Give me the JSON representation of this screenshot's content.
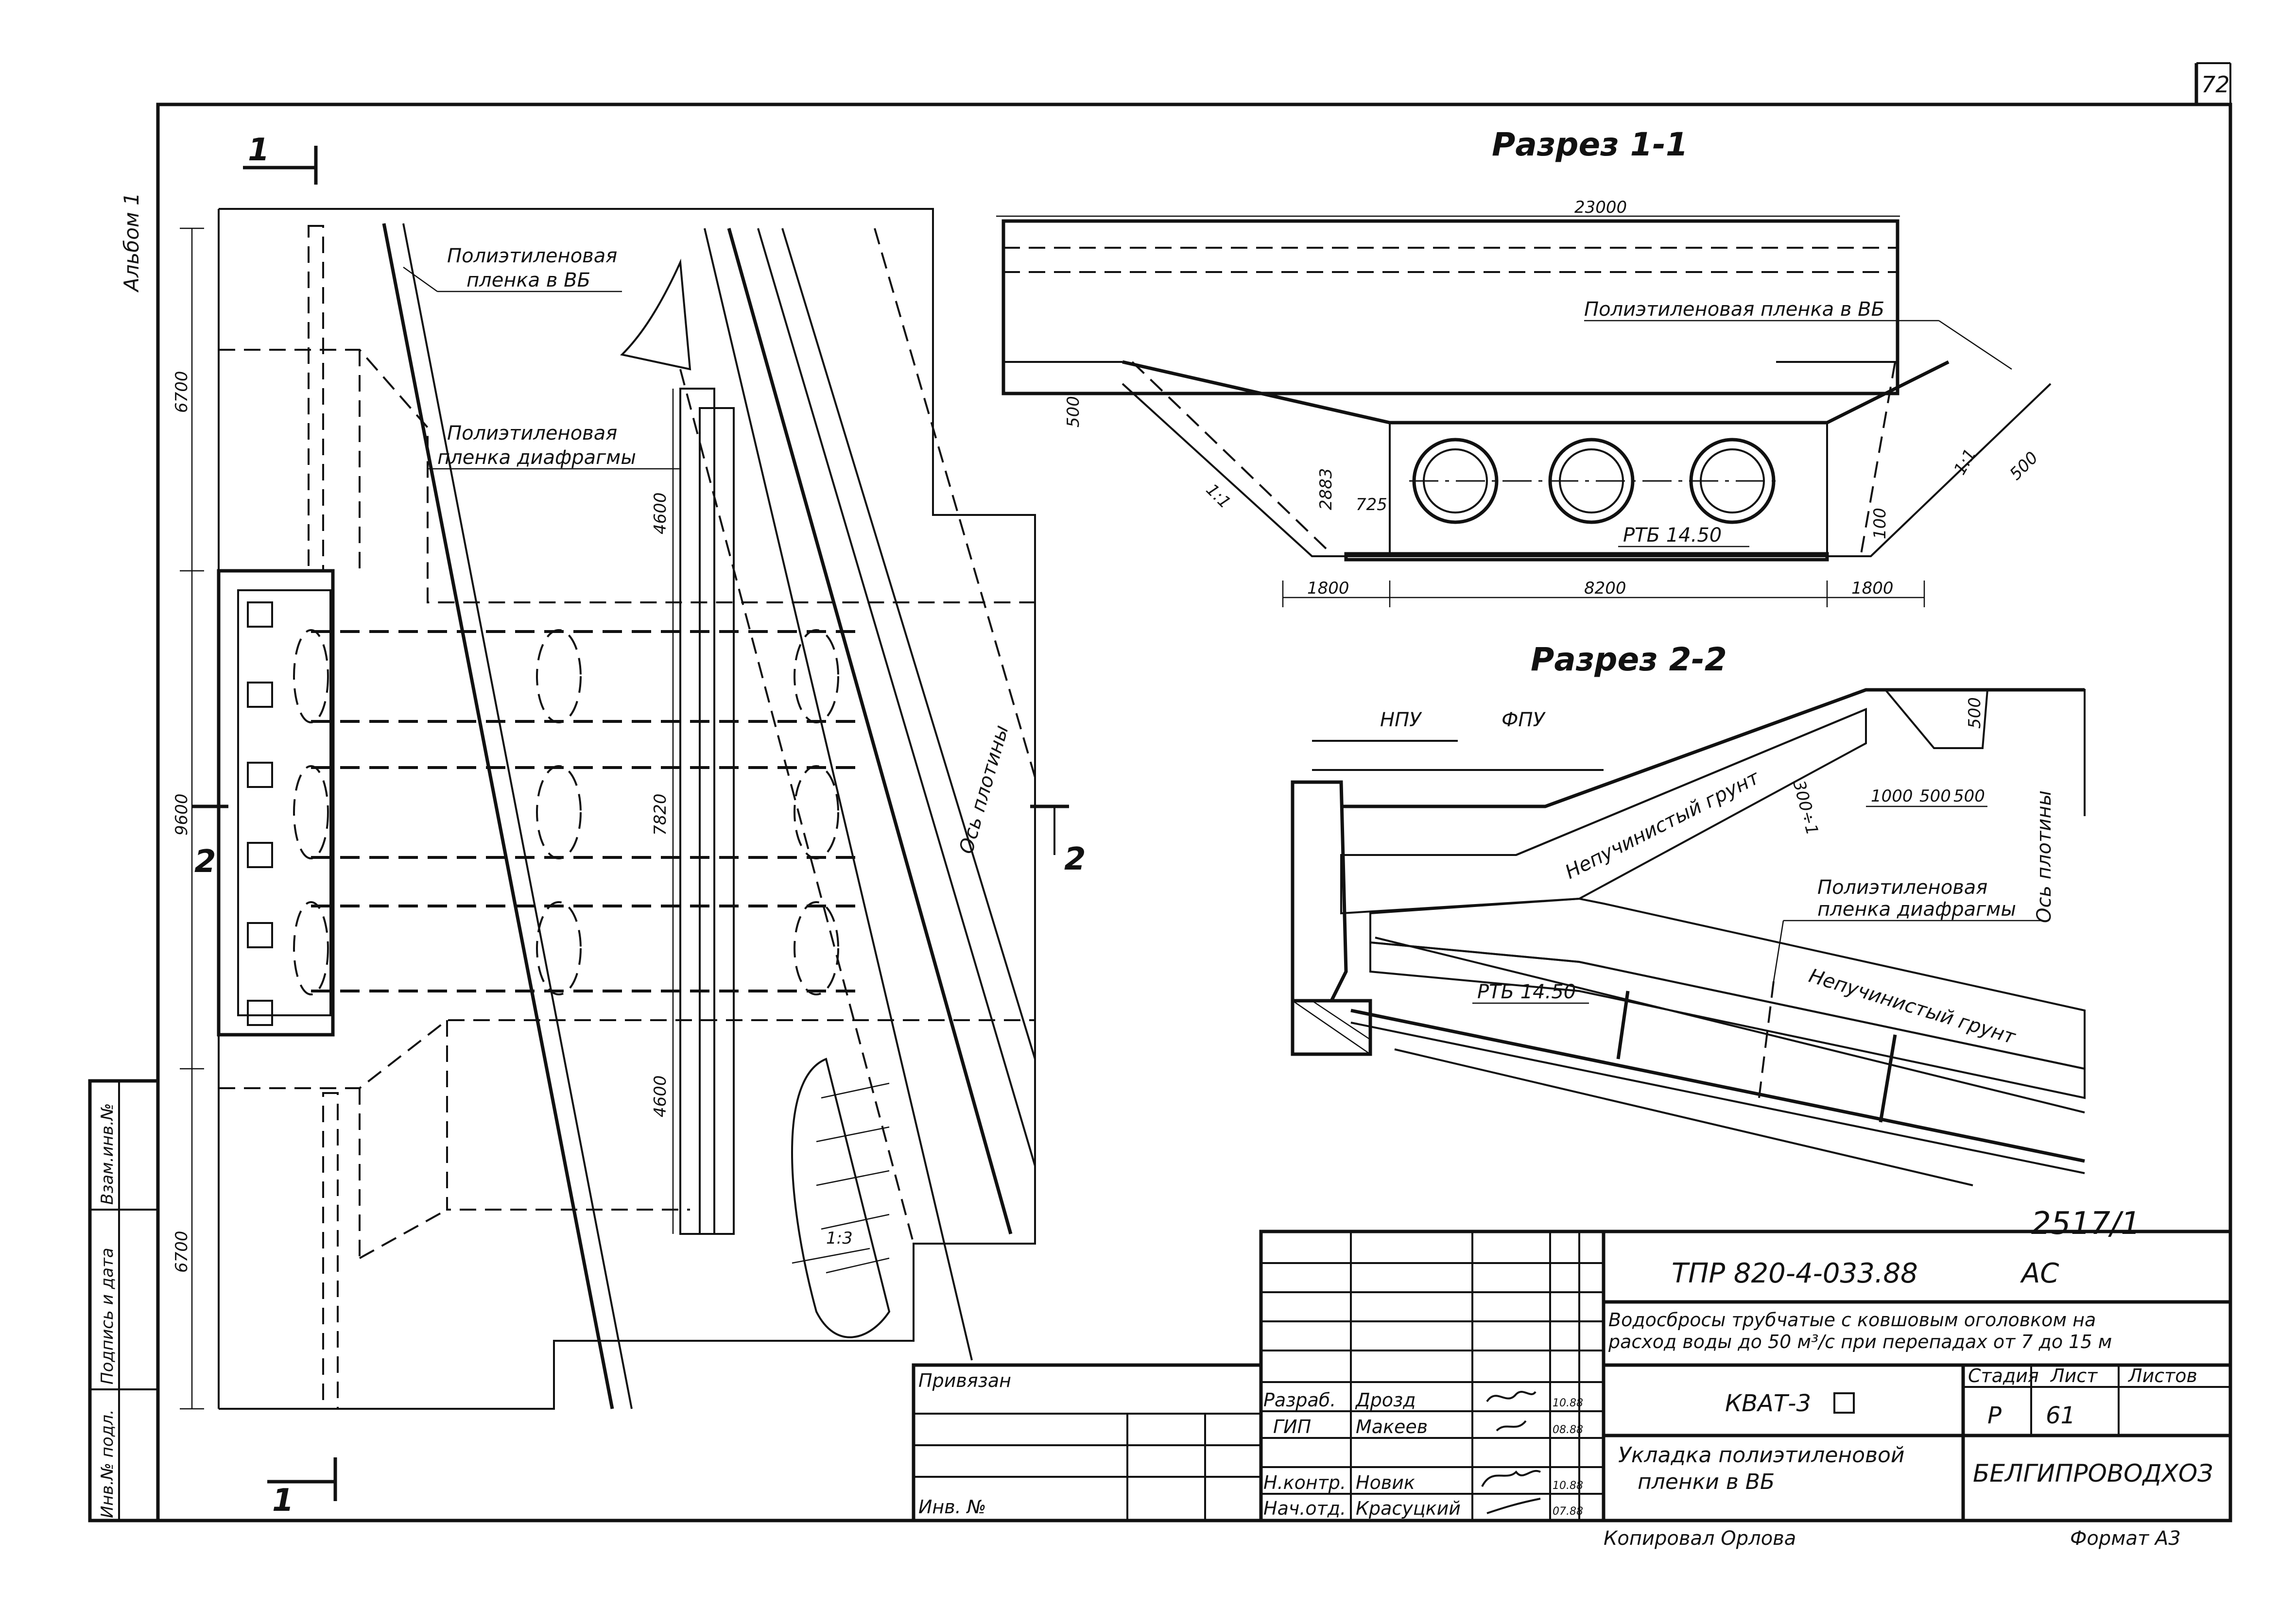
{
  "sheet": {
    "number": "72",
    "album": "Альбом 1",
    "archive_no": "2517/1",
    "copied_by": "Копировал Орлова",
    "format": "Формат A3"
  },
  "side_stamp": {
    "inv_podl": "Инв.№ подл.",
    "sign_date": "Подпись и дата",
    "vzam_inv": "Взам.инв.№"
  },
  "plan": {
    "cut1": "1",
    "cut2": "2",
    "dims": {
      "d6700_top": "6700",
      "d9600": "9600",
      "d6700_bottom": "6700",
      "d4600_top": "4600",
      "d7820": "7820",
      "d4600_bottom": "4600"
    },
    "film_vb": "Полиэтиленовая пленка в ВБ",
    "film_vb_lines": [
      "Полиэтиленовая",
      "пленка в ВБ"
    ],
    "film_diaphragm_lines": [
      "Полиэтиленовая",
      "пленка диафрагмы"
    ],
    "dam_axis": "Ось плотины",
    "slope": "1:3"
  },
  "section_1_1": {
    "title": "Разрез 1-1",
    "dims": {
      "total": "23000",
      "h500": "500",
      "h2883": "2883",
      "w725": "725",
      "s500": "500",
      "h100": "100",
      "w1800_left": "1800",
      "w8200": "8200",
      "w1800_right": "1800"
    },
    "slope_left": "1:1",
    "slope_right": "1:1",
    "film_label": "Полиэтиленовая пленка в ВБ",
    "pipe_label": "РТБ 14.50"
  },
  "section_2_2": {
    "title": "Разрез 2-2",
    "npu": "НПУ",
    "fpu": "ФПУ",
    "dims": {
      "d500": "500",
      "d1000": "1000",
      "d500a": "500",
      "d500b": "500",
      "d300": "300÷1"
    },
    "soil_upper": "Непучинистый грунт",
    "soil_lower": "Непучинистый грунт",
    "film_diaphragm_lines": [
      "Полиэтиленовая",
      "пленка диафрагмы"
    ],
    "pipe_label": "РТБ 14.50",
    "dam_axis": "Ось плотины"
  },
  "title_block": {
    "doc_code": "ТПР 820-4-033.88",
    "mark": "АС",
    "description_lines": [
      "Водосбросы трубчатые с ковшовым оголовком на",
      "расход воды до 50 м³/с при перепадах от 7 до 15 м"
    ],
    "privyazan": "Привязан",
    "inv_no": "Инв. №",
    "roles": [
      {
        "role": "Разраб.",
        "name": "Дрозд",
        "date": "10.88"
      },
      {
        "role": "ГИП",
        "name": "Макеев",
        "date": "08.88"
      },
      {
        "role": "Н.контр.",
        "name": "Новик",
        "date": "10.88"
      },
      {
        "role": "Нач.отд.",
        "name": "Красуцкий",
        "date": "07.88"
      }
    ],
    "drawing_code": "КВАТ-3",
    "drawing_title_lines": [
      "Укладка полиэтиленовой",
      "пленки в ВБ"
    ],
    "stage_header": "Стадия",
    "sheet_header": "Лист",
    "sheets_header": "Листов",
    "stage": "Р",
    "sheet": "61",
    "organization": "БЕЛГИПРОВОДХОЗ"
  }
}
